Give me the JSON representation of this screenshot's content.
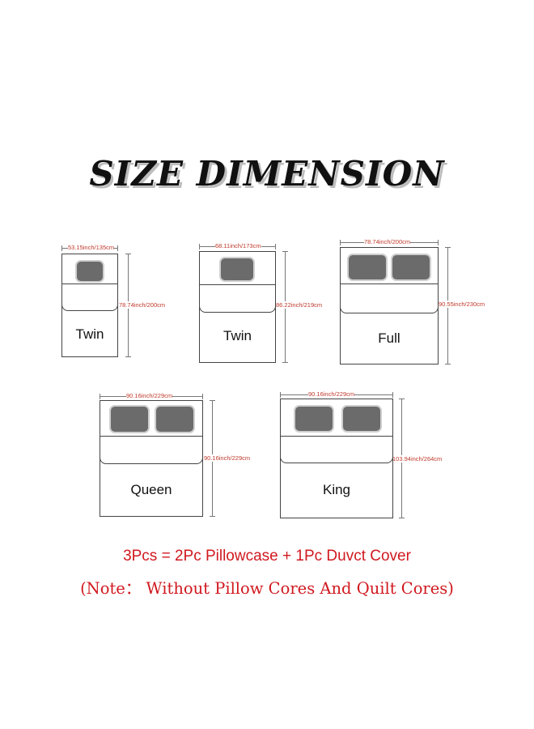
{
  "title": "SIZE DIMENSION",
  "beds": [
    {
      "name": "Twin",
      "width_label": "53.15inch/135cm",
      "length_label": "78.74inch/200cm",
      "pillows": 1
    },
    {
      "name": "Twin",
      "width_label": "68.11inch/173cm",
      "length_label": "86.22inch/219cm",
      "pillows": 1
    },
    {
      "name": "Full",
      "width_label": "78.74inch/200cm",
      "length_label": "90.55inch/230cm",
      "pillows": 2
    },
    {
      "name": "Queen",
      "width_label": "90.16inch/229cm",
      "length_label": "90.16inch/229cm",
      "pillows": 2
    },
    {
      "name": "King",
      "width_label": "90.16inch/229cm",
      "length_label": "103.94inch/264cm",
      "pillows": 2
    }
  ],
  "note_line1": "3Pcs = 2Pc Pillowcase + 1Pc Duvct Cover",
  "note_line2": "(Note： Without Pillow Cores And Quilt Cores)",
  "colors": {
    "note": "#d0191f",
    "pillow": "#6b6b6b",
    "outline": "#444444",
    "dimension": "#c0392b"
  }
}
